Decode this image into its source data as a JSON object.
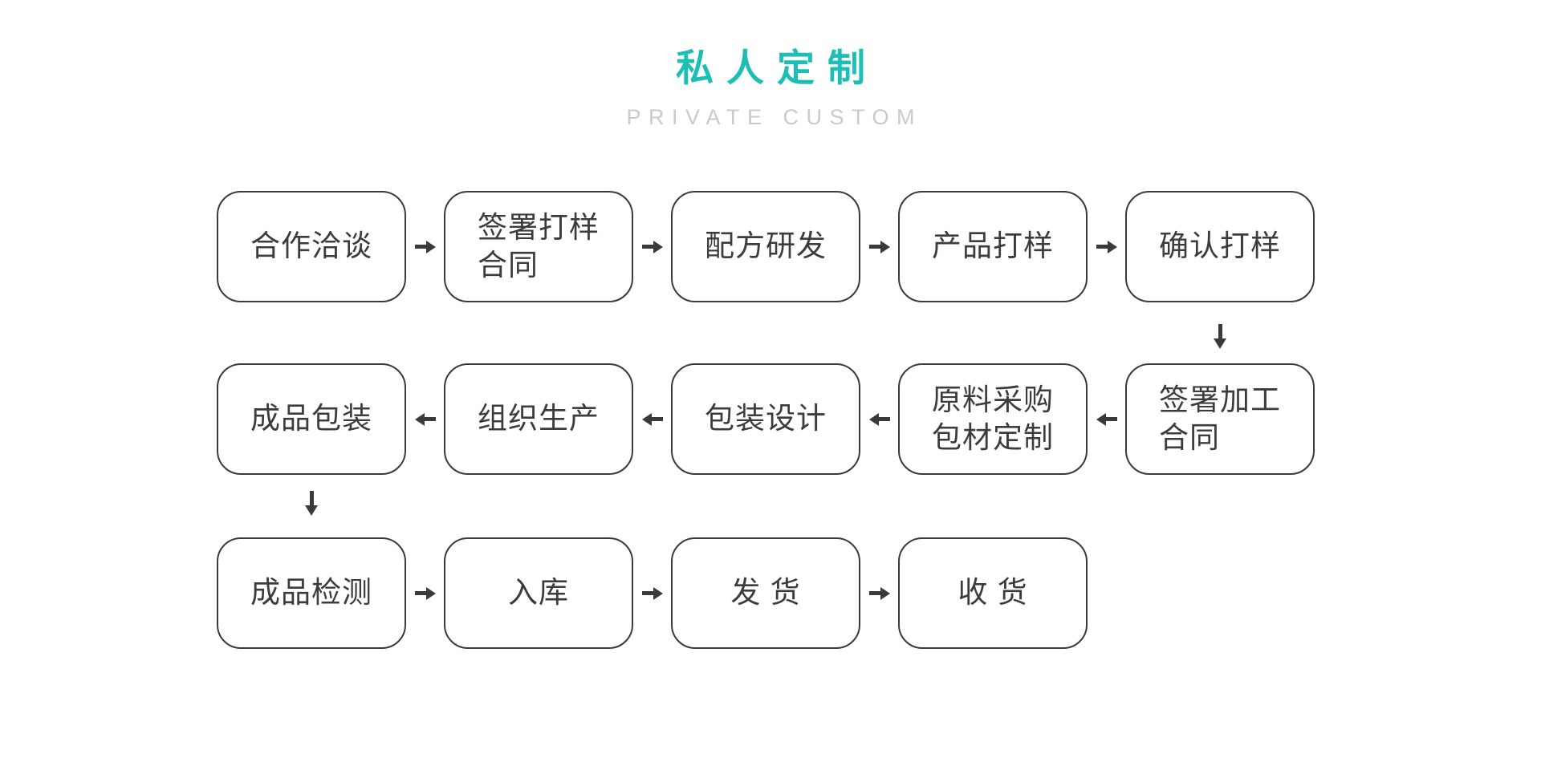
{
  "page": {
    "background_color": "#ffffff"
  },
  "header": {
    "title": "私人定制",
    "title_color": "#1dbfb4",
    "subtitle": "PRIVATE CUSTOM",
    "subtitle_color": "#c8cbca"
  },
  "flow": {
    "box_border_color": "#3a3a3a",
    "box_fill_color": "#ffffff",
    "label_color": "#3c3c3c",
    "arrow_color": "#3a3a3a",
    "icons": {
      "arrow_right": "solid right-pointing arrow between steps",
      "arrow_left": "solid left-pointing arrow between steps",
      "arrow_down": "solid down-pointing arrow between rows"
    },
    "rows": [
      {
        "direction": "left-to-right",
        "nodes": [
          {
            "label": "合作洽谈"
          },
          {
            "label": "签署打样\n合同"
          },
          {
            "label": "配方研发"
          },
          {
            "label": "产品打样"
          },
          {
            "label": "确认打样"
          }
        ]
      },
      {
        "direction": "right-to-left",
        "nodes": [
          {
            "label": "成品包装"
          },
          {
            "label": "组织生产"
          },
          {
            "label": "包装设计"
          },
          {
            "label": "原料采购\n包材定制"
          },
          {
            "label": "签署加工\n合同"
          }
        ]
      },
      {
        "direction": "left-to-right",
        "nodes": [
          {
            "label": "成品检测"
          },
          {
            "label": "入库"
          },
          {
            "label": "发 货"
          },
          {
            "label": "收 货"
          }
        ]
      }
    ],
    "connectors": [
      {
        "from": "确认打样",
        "to": "签署加工合同",
        "direction": "down"
      },
      {
        "from": "成品包装",
        "to": "成品检测",
        "direction": "down"
      }
    ]
  }
}
